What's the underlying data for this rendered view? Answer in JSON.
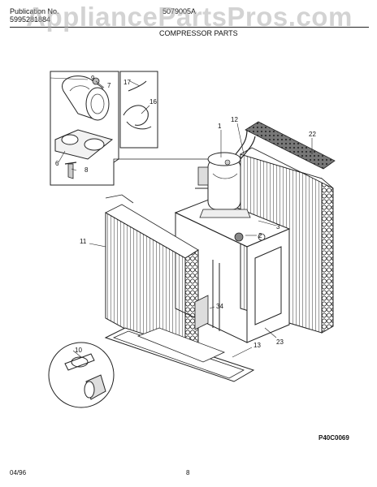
{
  "header": {
    "publication_label": "Publication No.",
    "publication_number": "5995281884",
    "model": "5079005A",
    "section_title": "COMPRESSOR PARTS"
  },
  "watermark": "AppliancePartsPros.com",
  "callouts": {
    "c1": "1",
    "c2": "2",
    "c3": "3",
    "c6": "6",
    "c7": "7",
    "c8": "8",
    "c9": "9",
    "c10": "10",
    "c11": "11",
    "c12": "12",
    "c13": "13",
    "c16": "16",
    "c17": "17",
    "c22": "22",
    "c23": "23",
    "c34": "34"
  },
  "figure_code": "P40C0069",
  "footer": {
    "date": "04/96",
    "page": "8"
  }
}
